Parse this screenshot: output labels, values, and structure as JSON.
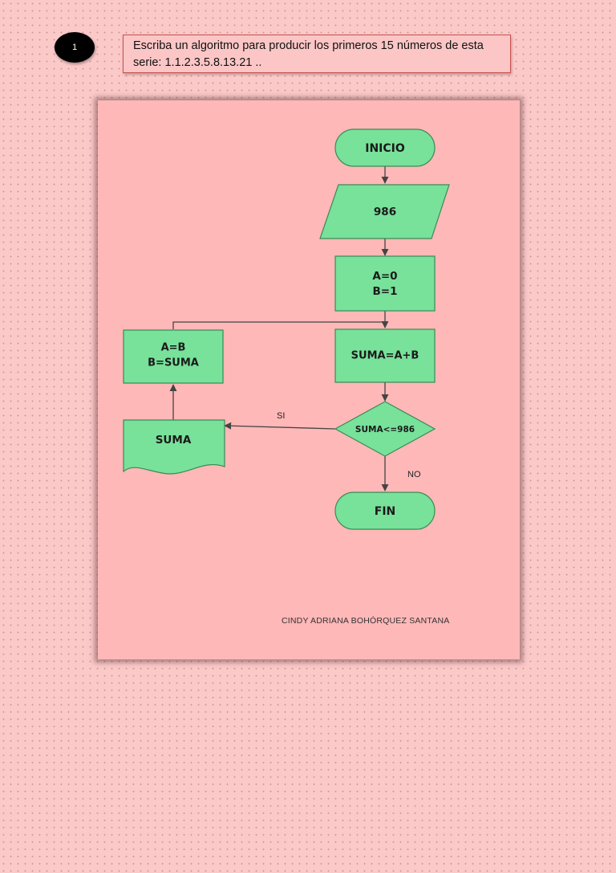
{
  "step_number": "1",
  "instruction": "Escriba un algoritmo para producir los primeros 15 números de esta serie: 1.1.2.3.5.8.13.21 ..",
  "colors": {
    "page_background": "#fcc9c9",
    "card_background": "#ffb8b8",
    "node_fill": "#78e19a",
    "node_stroke": "#3a8a56",
    "connector": "#444444"
  },
  "flowchart": {
    "start_label": "INICIO",
    "input_label": "986",
    "init_line1": "A=0",
    "init_line2": "B=1",
    "sum_label": "SUMA=A+B",
    "decision_label": "SUMA<=986",
    "yes_label": "SI",
    "no_label": "NO",
    "output_label": "SUMA",
    "update_line1": "A=B",
    "update_line2": "B=SUMA",
    "end_label": "FIN"
  },
  "author": "CINDY ADRIANA BOHÓRQUEZ SANTANA"
}
